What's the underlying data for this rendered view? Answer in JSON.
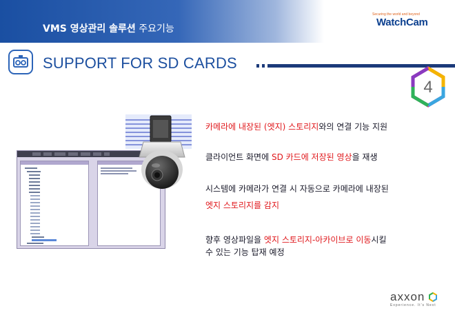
{
  "header": {
    "title_bold": "VMS 영상관리 솔루션",
    "title_rest": " 주요기능"
  },
  "brand": {
    "tagline": "Securing the world and beyond",
    "logo_text": "WatchCam",
    "accent": "#1a4fa2"
  },
  "section": {
    "icon": "camera-recorder-icon",
    "title": "SUPPORT FOR SD CARDS"
  },
  "badge": {
    "number": "4"
  },
  "bullets": {
    "b1": {
      "red": "카메라에 내장된 (엣지) 스토리지",
      "rest": "와의 연결 기능 지원"
    },
    "b2": {
      "pre": "클라이언트 화면에 ",
      "red": "SD 카드에 저장된 영상",
      "rest": "을 재생"
    },
    "b3": {
      "line1": "시스템에 카메라가 연결 시 자동으로 카메라에 내장된",
      "line2_red": "엣지 스토리지를 감지"
    },
    "b4": {
      "pre": "향후 영상파일을 ",
      "red": "엣지 스토리지-아카이브로 이동",
      "rest": "시킬",
      "line2": "수 있는 기능 탑재 예정"
    }
  },
  "footer": {
    "logo_text": "axxon",
    "sub_text": "Experience. It's Next"
  },
  "colors": {
    "red": "#e0181c",
    "navy": "#1c4f9f"
  }
}
